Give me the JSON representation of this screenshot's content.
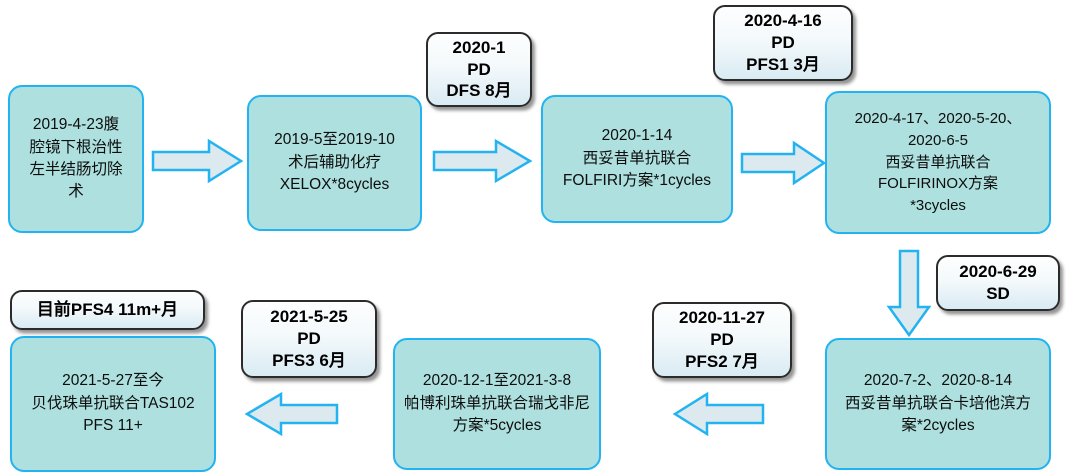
{
  "diagram": {
    "title": "Colorectal cancer treatment timeline flowchart",
    "colors": {
      "box_fill": "#ade0de",
      "box_border": "#22b3f0",
      "arrow_fill": "#dce9ef",
      "arrow_border": "#22b3f0",
      "callout_border": "#2b2b2b",
      "text": "#0d0d0d"
    },
    "boxes": [
      {
        "id": "surgery",
        "lines": [
          "2019-4-23腹",
          "腔镜下根治性",
          "左半结肠切除",
          "术"
        ]
      },
      {
        "id": "adjuvant-chemo",
        "lines": [
          "2019-5至2019-10",
          "术后辅助化疗",
          "XELOX*8cycles"
        ]
      },
      {
        "id": "cetuximab-folfiri",
        "lines": [
          "2020-1-14",
          "西妥昔单抗联合",
          "FOLFIRI方案*1cycles"
        ]
      },
      {
        "id": "cetuximab-folfirinox",
        "lines": [
          "2020-4-17、2020-5-20、",
          "2020-6-5",
          "西妥昔单抗联合",
          "FOLFIRINOX方案",
          "*3cycles"
        ]
      },
      {
        "id": "cetuximab-capecitabine",
        "lines": [
          "2020-7-2、2020-8-14",
          "西妥昔单抗联合卡培他滨方",
          "案*2cycles"
        ]
      },
      {
        "id": "pembrolizumab-regorafenib",
        "lines": [
          "2020-12-1至2021-3-8",
          "帕博利珠单抗联合瑞戈非尼",
          "方案*5cycles"
        ]
      },
      {
        "id": "bevacizumab-tas102",
        "lines": [
          "2021-5-27至今",
          "贝伐珠单抗联合TAS102",
          "PFS 11+"
        ]
      }
    ],
    "callouts": [
      {
        "id": "dfs-8m",
        "lines": [
          "2020-1",
          "PD",
          "DFS 8月"
        ]
      },
      {
        "id": "pfs1-3m",
        "lines": [
          "2020-4-16",
          "PD",
          "PFS1 3月"
        ]
      },
      {
        "id": "sd",
        "lines": [
          "2020-6-29",
          "SD"
        ]
      },
      {
        "id": "pfs2-7m",
        "lines": [
          "2020-11-27",
          "PD",
          "PFS2 7月"
        ]
      },
      {
        "id": "pfs3-6m",
        "lines": [
          "2021-5-25",
          "PD",
          "PFS3 6月"
        ]
      },
      {
        "id": "pfs4-current",
        "lines": [
          "目前PFS4 11m+月"
        ]
      }
    ],
    "arrows": [
      {
        "id": "arrow-1",
        "direction": "right"
      },
      {
        "id": "arrow-2",
        "direction": "right"
      },
      {
        "id": "arrow-3",
        "direction": "right"
      },
      {
        "id": "arrow-4",
        "direction": "down"
      },
      {
        "id": "arrow-5",
        "direction": "left"
      },
      {
        "id": "arrow-6",
        "direction": "left"
      }
    ]
  }
}
